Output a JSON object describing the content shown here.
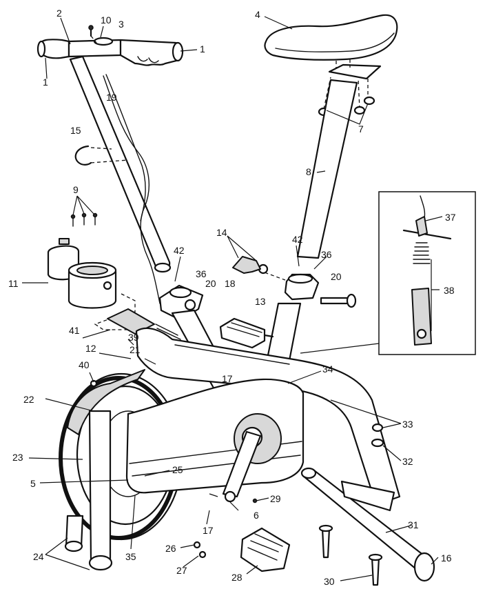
{
  "callouts": [
    {
      "id": "c1a",
      "text": "1"
    },
    {
      "id": "c1b",
      "text": "1"
    },
    {
      "id": "c2",
      "text": "2"
    },
    {
      "id": "c3",
      "text": "3"
    },
    {
      "id": "c4",
      "text": "4"
    },
    {
      "id": "c5",
      "text": "5"
    },
    {
      "id": "c6",
      "text": "6"
    },
    {
      "id": "c7",
      "text": "7"
    },
    {
      "id": "c8",
      "text": "8"
    },
    {
      "id": "c9",
      "text": "9"
    },
    {
      "id": "c10",
      "text": "10"
    },
    {
      "id": "c11",
      "text": "11"
    },
    {
      "id": "c12",
      "text": "12"
    },
    {
      "id": "c13",
      "text": "13"
    },
    {
      "id": "c14",
      "text": "14"
    },
    {
      "id": "c15",
      "text": "15"
    },
    {
      "id": "c16",
      "text": "16"
    },
    {
      "id": "c17a",
      "text": "17"
    },
    {
      "id": "c17b",
      "text": "17"
    },
    {
      "id": "c18",
      "text": "18"
    },
    {
      "id": "c19",
      "text": "19"
    },
    {
      "id": "c20a",
      "text": "20"
    },
    {
      "id": "c20b",
      "text": "20"
    },
    {
      "id": "c21",
      "text": "21"
    },
    {
      "id": "c22",
      "text": "22"
    },
    {
      "id": "c23",
      "text": "23"
    },
    {
      "id": "c24",
      "text": "24"
    },
    {
      "id": "c25",
      "text": "25"
    },
    {
      "id": "c26",
      "text": "26"
    },
    {
      "id": "c27",
      "text": "27"
    },
    {
      "id": "c28",
      "text": "28"
    },
    {
      "id": "c29",
      "text": "29"
    },
    {
      "id": "c30",
      "text": "30"
    },
    {
      "id": "c31",
      "text": "31"
    },
    {
      "id": "c32",
      "text": "32"
    },
    {
      "id": "c33",
      "text": "33"
    },
    {
      "id": "c34",
      "text": "34"
    },
    {
      "id": "c35",
      "text": "35"
    },
    {
      "id": "c36a",
      "text": "36"
    },
    {
      "id": "c36b",
      "text": "36"
    },
    {
      "id": "c37",
      "text": "37"
    },
    {
      "id": "c38",
      "text": "38"
    },
    {
      "id": "c39",
      "text": "39"
    },
    {
      "id": "c40",
      "text": "40"
    },
    {
      "id": "c41",
      "text": "41"
    },
    {
      "id": "c42a",
      "text": "42"
    },
    {
      "id": "c42b",
      "text": "42"
    }
  ]
}
